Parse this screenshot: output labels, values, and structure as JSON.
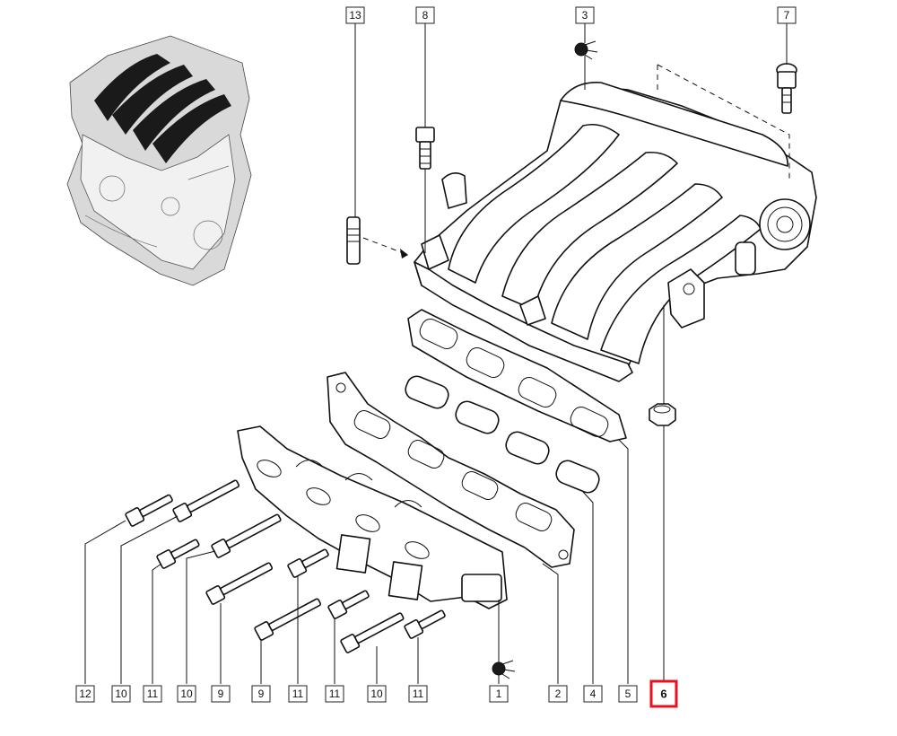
{
  "labels": {
    "l13": "13",
    "l8": "8",
    "l3": "3",
    "l7": "7",
    "l12": "12",
    "l10a": "10",
    "l11a": "11",
    "l10b": "10",
    "l9a": "9",
    "l9b": "9",
    "l11b": "11",
    "l11c": "11",
    "l10c": "10",
    "l11d": "11",
    "l1": "1",
    "l2": "2",
    "l4": "4",
    "l5": "5",
    "l6": "6"
  },
  "highlighted_label": "6",
  "colors": {
    "highlight": "#e8101e",
    "line": "#111111"
  }
}
